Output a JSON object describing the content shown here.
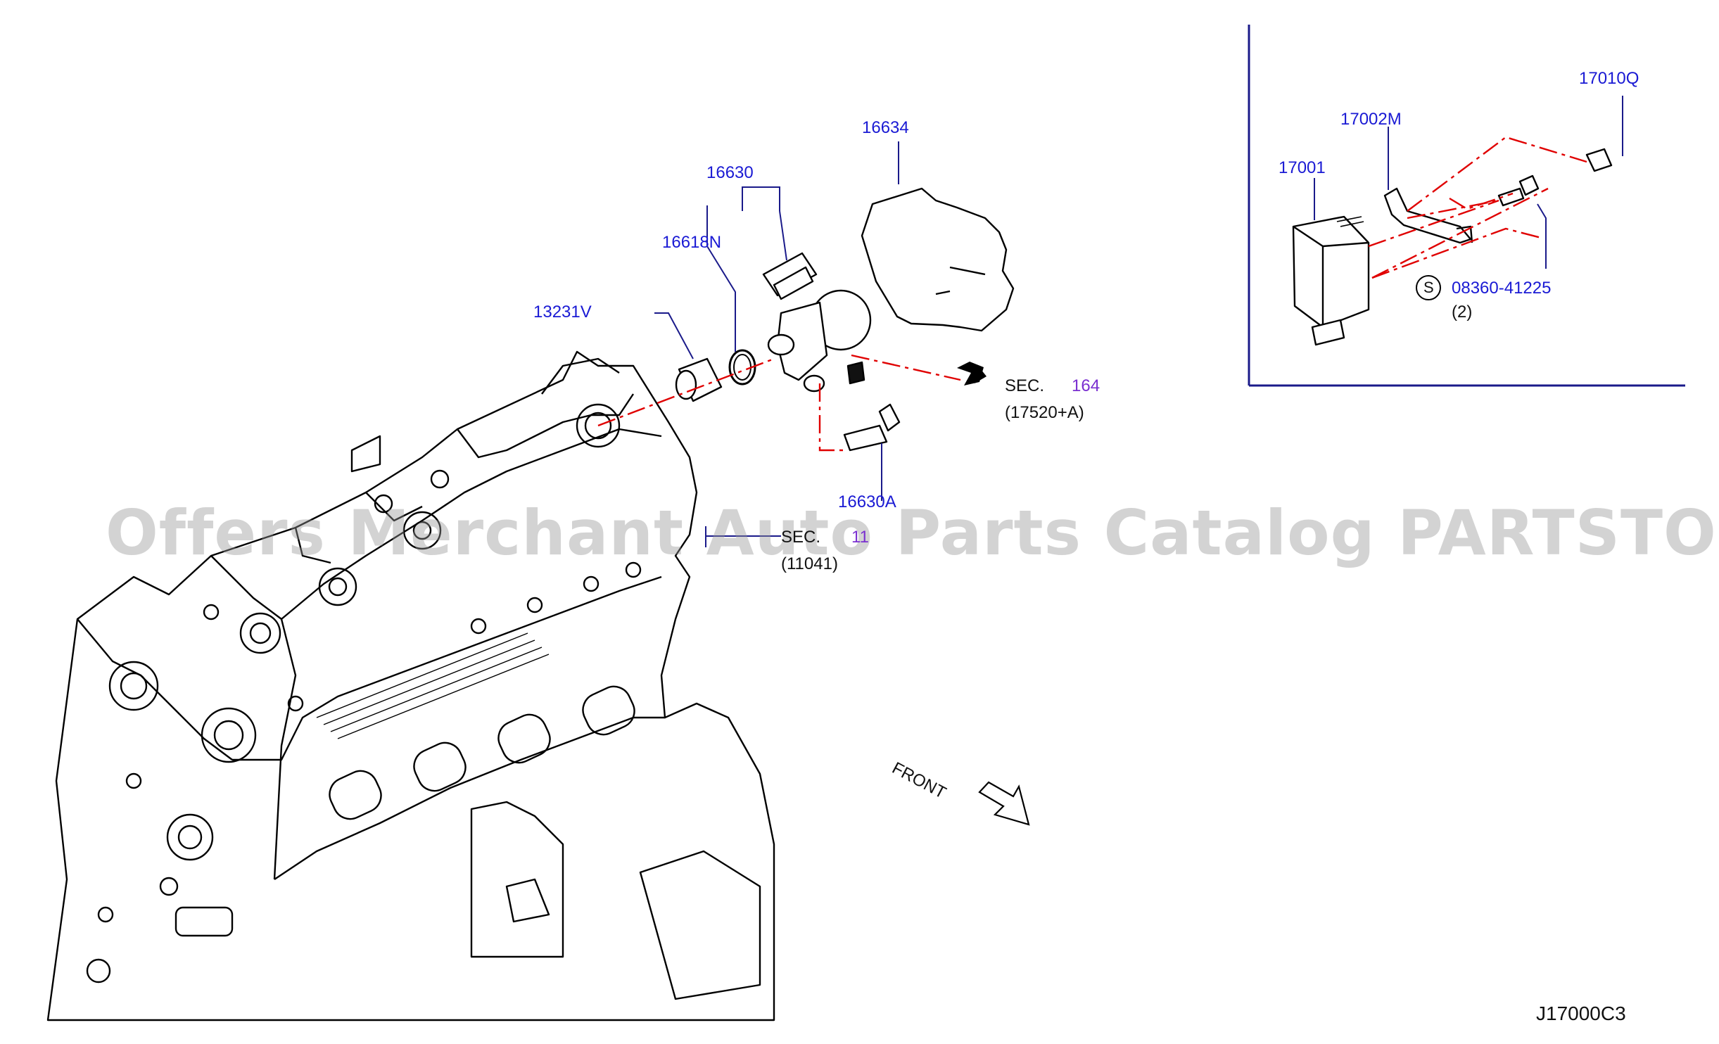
{
  "parts": {
    "p16634": "16634",
    "p16630": "16630",
    "p16618N": "16618N",
    "p13231V": "13231V",
    "p16630A": "16630A",
    "p17002M": "17002M",
    "p17001": "17001",
    "p17010Q": "17010Q",
    "p08360": "08360-41225"
  },
  "refs": {
    "sec_label": "SEC.",
    "sec164_num": "164",
    "sec164_sub": "(17520+A)",
    "sec11_num": "11",
    "sec11_sub": "(11041)",
    "qty": "(2)",
    "std_symbol": "S"
  },
  "front_label": "FRONT",
  "diagram_code": "J17000C3",
  "watermark": "Offers Merchant Auto Parts Catalog PARTSTORE.SA",
  "colors": {
    "part_number": "#1a1ad4",
    "leader_dashed": "#e00000",
    "sec_number": "#7a2fd0",
    "line": "#000000",
    "watermark": "#969696"
  }
}
